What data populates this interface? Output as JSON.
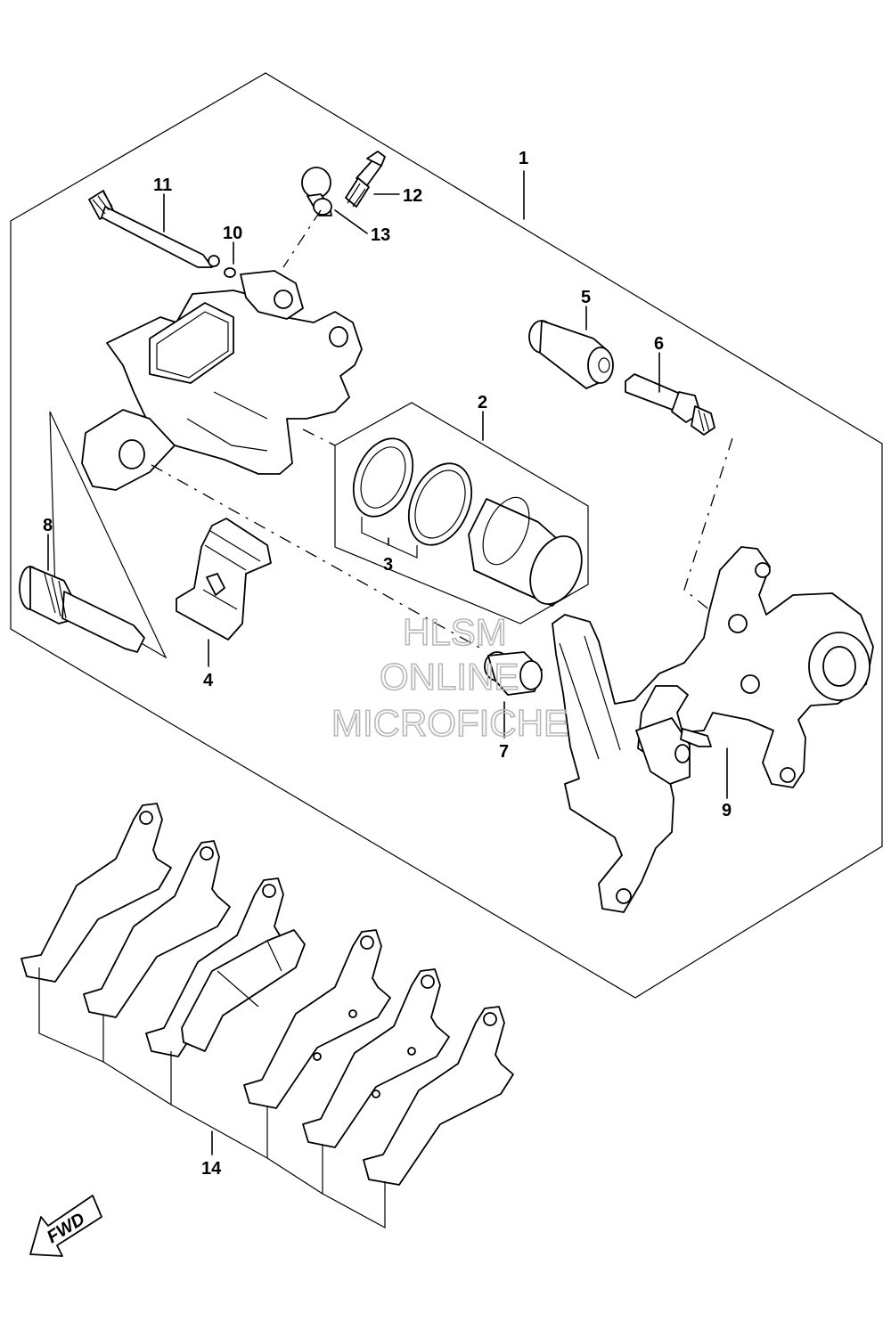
{
  "callouts": {
    "c1": "1",
    "c2": "2",
    "c3": "3",
    "c4": "4",
    "c5": "5",
    "c6": "6",
    "c7": "7",
    "c8": "8",
    "c9": "9",
    "c10": "10",
    "c11": "11",
    "c12": "12",
    "c13": "13",
    "c14": "14"
  },
  "watermark": {
    "line1": "HLSM",
    "line2": "ONLINE",
    "line3": "MICROFICHE"
  },
  "fwd_label": "FWD",
  "colors": {
    "line": "#000000",
    "background": "#ffffff",
    "watermark": "#b8b8b8"
  }
}
